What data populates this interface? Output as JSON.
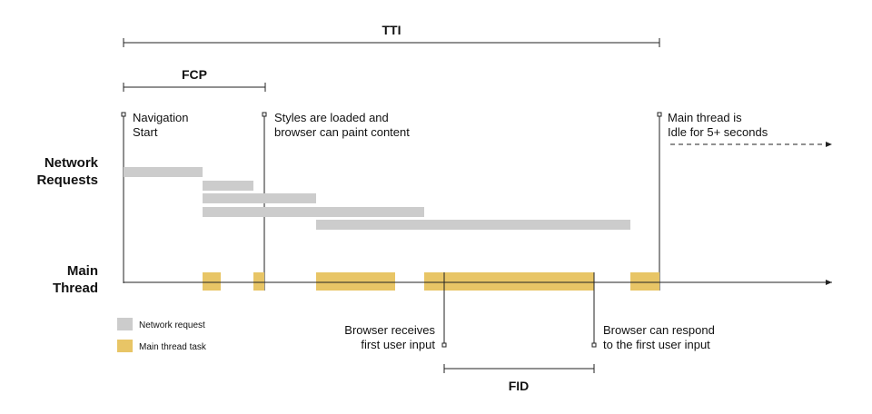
{
  "measures": {
    "tti": "TTI",
    "fcp": "FCP",
    "fid": "FID"
  },
  "rows": {
    "network_line1": "Network",
    "network_line2": "Requests",
    "main_line1": "Main",
    "main_line2": "Thread"
  },
  "markers": {
    "navigation_line1": "Navigation",
    "navigation_line2": "Start",
    "styles_line1": "Styles are loaded and",
    "styles_line2": "browser can paint content",
    "idle_line1": "Main thread is",
    "idle_line2": "Idle for 5+ seconds",
    "input_line1": "Browser receives",
    "input_line2": "first user input",
    "respond_line1": "Browser can respond",
    "respond_line2": "to the first user input"
  },
  "legend": {
    "network": "Network request",
    "task": "Main thread task"
  },
  "colors": {
    "network_request": "#cccccc",
    "main_thread_task": "#e8c566",
    "line": "#222222"
  }
}
